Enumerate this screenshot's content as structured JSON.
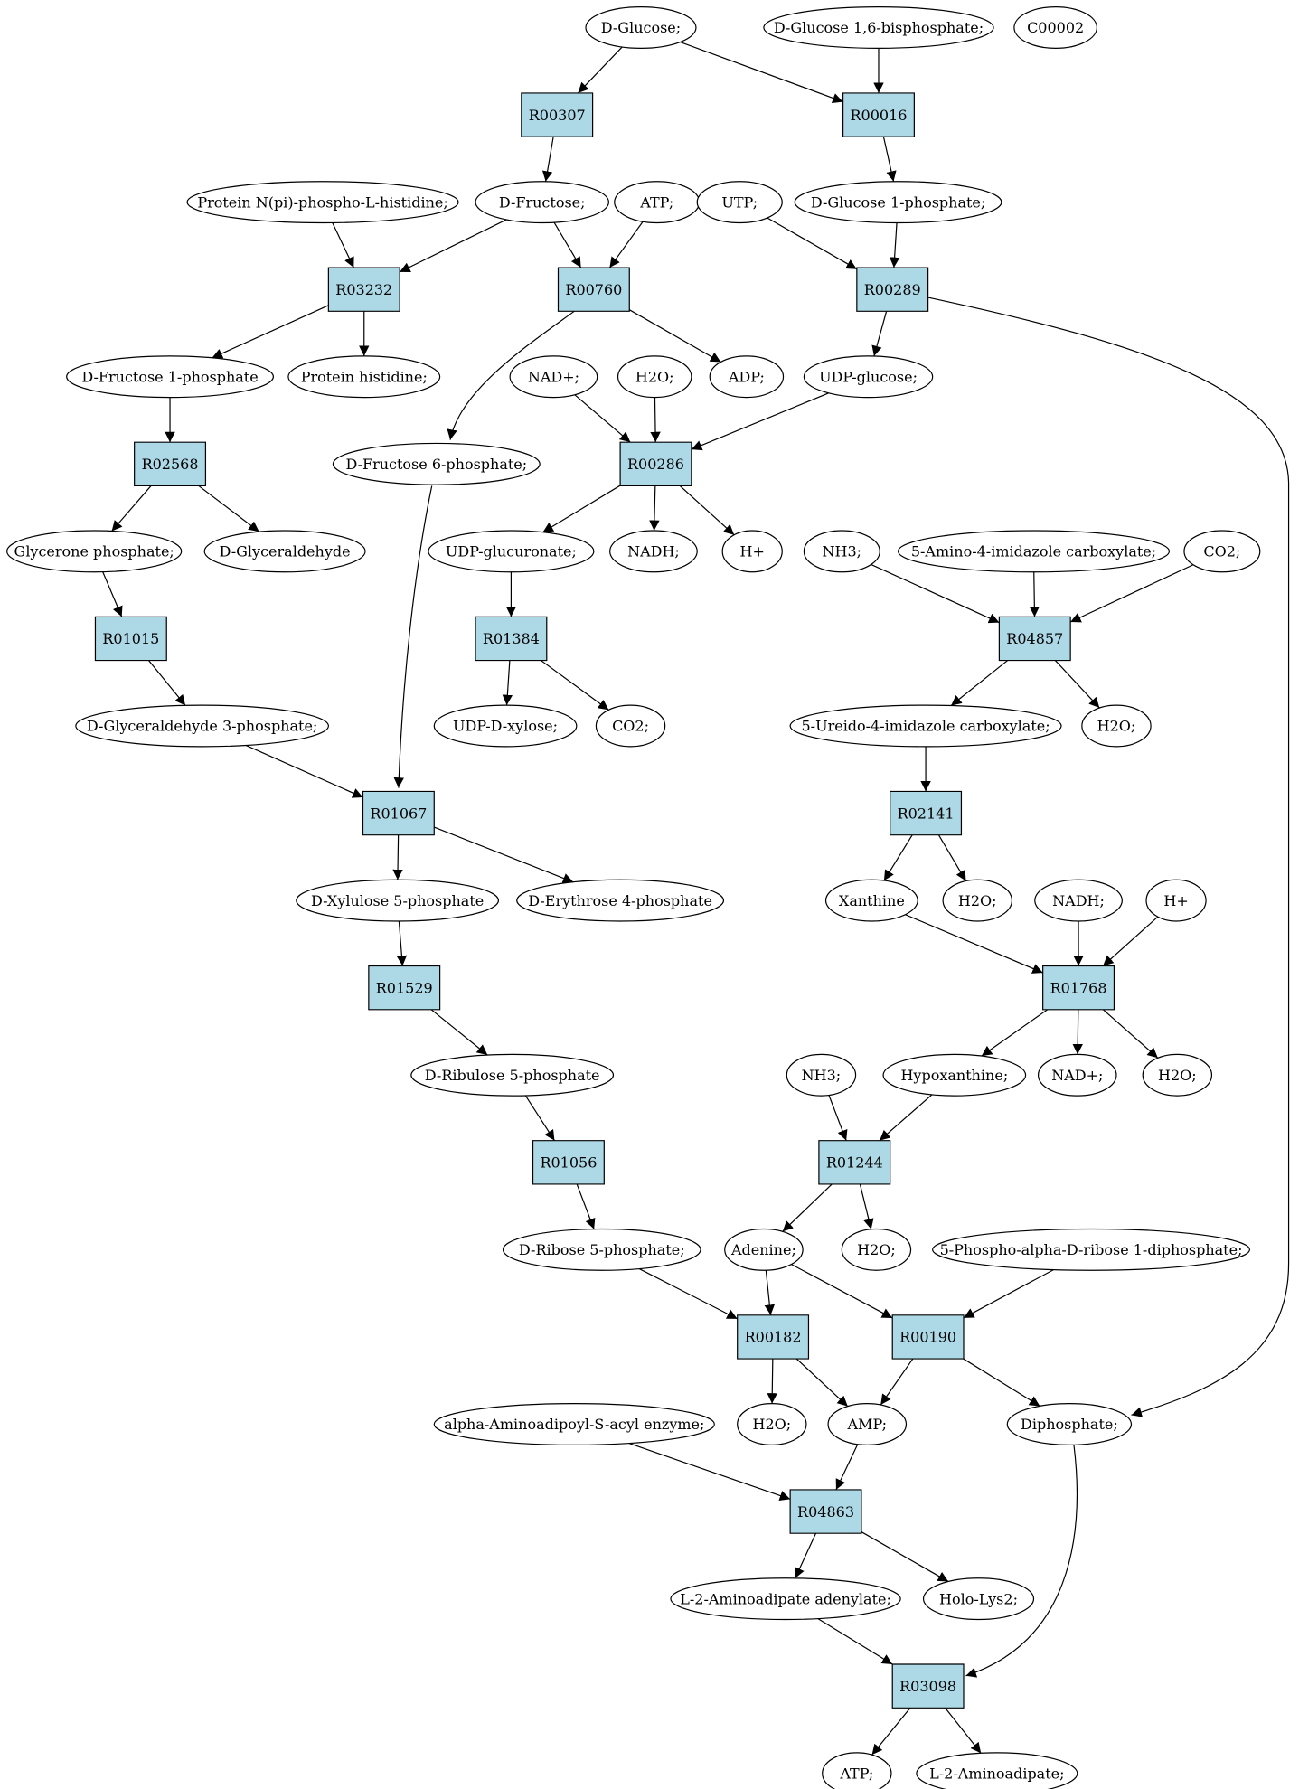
{
  "colors": {
    "compound": "#ffffff",
    "reaction": "#add8e6",
    "start": "#00ee00",
    "highlight": "#ffff00"
  },
  "compounds": [
    {
      "id": "glc",
      "label": "D-Glucose;",
      "color": "#00ee00"
    },
    {
      "id": "g16bp",
      "label": "D-Glucose 1,6-bisphosphate;"
    },
    {
      "id": "c00002",
      "label": "C00002",
      "color": "#ffff00"
    },
    {
      "id": "fru",
      "label": "D-Fructose;"
    },
    {
      "id": "atp1",
      "label": "ATP;"
    },
    {
      "id": "utp",
      "label": "UTP;"
    },
    {
      "id": "g1p",
      "label": "D-Glucose 1-phosphate;"
    },
    {
      "id": "pnph",
      "label": "Protein N(pi)-phospho-L-histidine;"
    },
    {
      "id": "f1p",
      "label": "D-Fructose 1-phosphate"
    },
    {
      "id": "prothis",
      "label": "Protein histidine;"
    },
    {
      "id": "nadp",
      "label": "NAD+;"
    },
    {
      "id": "h2o1",
      "label": "H2O;"
    },
    {
      "id": "adp",
      "label": "ADP;"
    },
    {
      "id": "udpglc",
      "label": "UDP-glucose;"
    },
    {
      "id": "f6p",
      "label": "D-Fructose 6-phosphate;"
    },
    {
      "id": "glyp",
      "label": "Glycerone phosphate;"
    },
    {
      "id": "glyald",
      "label": "D-Glyceraldehyde"
    },
    {
      "id": "udpgluc",
      "label": "UDP-glucuronate;"
    },
    {
      "id": "nadh1",
      "label": "NADH;"
    },
    {
      "id": "hp1",
      "label": "H+"
    },
    {
      "id": "nh3a",
      "label": "NH3;"
    },
    {
      "id": "aica",
      "label": "5-Amino-4-imidazole carboxylate;"
    },
    {
      "id": "co2a",
      "label": "CO2;"
    },
    {
      "id": "g3p",
      "label": "D-Glyceraldehyde 3-phosphate;"
    },
    {
      "id": "udpxyl",
      "label": "UDP-D-xylose;"
    },
    {
      "id": "co2b",
      "label": "CO2;"
    },
    {
      "id": "uica",
      "label": "5-Ureido-4-imidazole carboxylate;"
    },
    {
      "id": "h2o2",
      "label": "H2O;"
    },
    {
      "id": "xu5p",
      "label": "D-Xylulose 5-phosphate"
    },
    {
      "id": "e4p",
      "label": "D-Erythrose 4-phosphate"
    },
    {
      "id": "xan",
      "label": "Xanthine"
    },
    {
      "id": "h2o3",
      "label": "H2O;"
    },
    {
      "id": "nadh2",
      "label": "NADH;"
    },
    {
      "id": "hp2",
      "label": "H+"
    },
    {
      "id": "ru5p",
      "label": "D-Ribulose 5-phosphate"
    },
    {
      "id": "nh3b",
      "label": "NH3;"
    },
    {
      "id": "hyp",
      "label": "Hypoxanthine;"
    },
    {
      "id": "nadp2",
      "label": "NAD+;"
    },
    {
      "id": "h2o4",
      "label": "H2O;"
    },
    {
      "id": "r5p",
      "label": "D-Ribose 5-phosphate;"
    },
    {
      "id": "ade",
      "label": "Adenine;"
    },
    {
      "id": "h2o5",
      "label": "H2O;"
    },
    {
      "id": "prpp",
      "label": "5-Phospho-alpha-D-ribose 1-diphosphate;"
    },
    {
      "id": "aasa",
      "label": "alpha-Aminoadipoyl-S-acyl enzyme;"
    },
    {
      "id": "h2o6",
      "label": "H2O;"
    },
    {
      "id": "amp",
      "label": "AMP;"
    },
    {
      "id": "ppi",
      "label": "Diphosphate;"
    },
    {
      "id": "l2aa",
      "label": "L-2-Aminoadipate adenylate;"
    },
    {
      "id": "holo",
      "label": "Holo-Lys2;"
    },
    {
      "id": "atp2",
      "label": "ATP;"
    },
    {
      "id": "l2a",
      "label": "L-2-Aminoadipate;"
    }
  ],
  "reactions": [
    {
      "id": "R00307",
      "label": "R00307"
    },
    {
      "id": "R00016",
      "label": "R00016"
    },
    {
      "id": "R03232",
      "label": "R03232"
    },
    {
      "id": "R00760",
      "label": "R00760"
    },
    {
      "id": "R00289",
      "label": "R00289"
    },
    {
      "id": "R02568",
      "label": "R02568"
    },
    {
      "id": "R00286",
      "label": "R00286"
    },
    {
      "id": "R01015",
      "label": "R01015"
    },
    {
      "id": "R01384",
      "label": "R01384"
    },
    {
      "id": "R04857",
      "label": "R04857"
    },
    {
      "id": "R01067",
      "label": "R01067"
    },
    {
      "id": "R02141",
      "label": "R02141"
    },
    {
      "id": "R01529",
      "label": "R01529"
    },
    {
      "id": "R01768",
      "label": "R01768"
    },
    {
      "id": "R01056",
      "label": "R01056"
    },
    {
      "id": "R01244",
      "label": "R01244"
    },
    {
      "id": "R00182",
      "label": "R00182"
    },
    {
      "id": "R00190",
      "label": "R00190"
    },
    {
      "id": "R04863",
      "label": "R04863"
    },
    {
      "id": "R03098",
      "label": "R03098"
    }
  ],
  "edges": [
    [
      "glc",
      "R00307"
    ],
    [
      "glc",
      "R00016"
    ],
    [
      "g16bp",
      "R00016"
    ],
    [
      "R00307",
      "fru"
    ],
    [
      "R00016",
      "g1p"
    ],
    [
      "pnph",
      "R03232"
    ],
    [
      "fru",
      "R03232"
    ],
    [
      "fru",
      "R00760"
    ],
    [
      "atp1",
      "R00760"
    ],
    [
      "utp",
      "R00289"
    ],
    [
      "g1p",
      "R00289"
    ],
    [
      "R03232",
      "f1p"
    ],
    [
      "R03232",
      "prothis"
    ],
    [
      "R00760",
      "f6p"
    ],
    [
      "R00760",
      "adp"
    ],
    [
      "R00289",
      "udpglc"
    ],
    [
      "R00289",
      "ppi"
    ],
    [
      "f1p",
      "R02568"
    ],
    [
      "nadp",
      "R00286"
    ],
    [
      "h2o1",
      "R00286"
    ],
    [
      "udpglc",
      "R00286"
    ],
    [
      "R02568",
      "glyp"
    ],
    [
      "R02568",
      "glyald"
    ],
    [
      "R00286",
      "udpgluc"
    ],
    [
      "R00286",
      "nadh1"
    ],
    [
      "R00286",
      "hp1"
    ],
    [
      "glyp",
      "R01015"
    ],
    [
      "udpgluc",
      "R01384"
    ],
    [
      "nh3a",
      "R04857"
    ],
    [
      "aica",
      "R04857"
    ],
    [
      "co2a",
      "R04857"
    ],
    [
      "R01015",
      "g3p"
    ],
    [
      "R01384",
      "udpxyl"
    ],
    [
      "R01384",
      "co2b"
    ],
    [
      "R04857",
      "uica"
    ],
    [
      "R04857",
      "h2o2"
    ],
    [
      "g3p",
      "R01067"
    ],
    [
      "f6p",
      "R01067"
    ],
    [
      "uica",
      "R02141"
    ],
    [
      "R01067",
      "xu5p"
    ],
    [
      "R01067",
      "e4p"
    ],
    [
      "R02141",
      "xan"
    ],
    [
      "R02141",
      "h2o3"
    ],
    [
      "xan",
      "R01768"
    ],
    [
      "nadh2",
      "R01768"
    ],
    [
      "hp2",
      "R01768"
    ],
    [
      "xu5p",
      "R01529"
    ],
    [
      "R01529",
      "ru5p"
    ],
    [
      "R01768",
      "hyp"
    ],
    [
      "R01768",
      "nadp2"
    ],
    [
      "R01768",
      "h2o4"
    ],
    [
      "ru5p",
      "R01056"
    ],
    [
      "nh3b",
      "R01244"
    ],
    [
      "hyp",
      "R01244"
    ],
    [
      "R01056",
      "r5p"
    ],
    [
      "R01244",
      "ade"
    ],
    [
      "R01244",
      "h2o5"
    ],
    [
      "r5p",
      "R00182"
    ],
    [
      "ade",
      "R00182"
    ],
    [
      "ade",
      "R00190"
    ],
    [
      "prpp",
      "R00190"
    ],
    [
      "R00182",
      "h2o6"
    ],
    [
      "R00182",
      "amp"
    ],
    [
      "R00190",
      "amp"
    ],
    [
      "R00190",
      "ppi"
    ],
    [
      "aasa",
      "R04863"
    ],
    [
      "amp",
      "R04863"
    ],
    [
      "R04863",
      "l2aa"
    ],
    [
      "R04863",
      "holo"
    ],
    [
      "l2aa",
      "R03098"
    ],
    [
      "ppi",
      "R03098"
    ],
    [
      "R03098",
      "atp2"
    ],
    [
      "R03098",
      "l2a"
    ]
  ]
}
